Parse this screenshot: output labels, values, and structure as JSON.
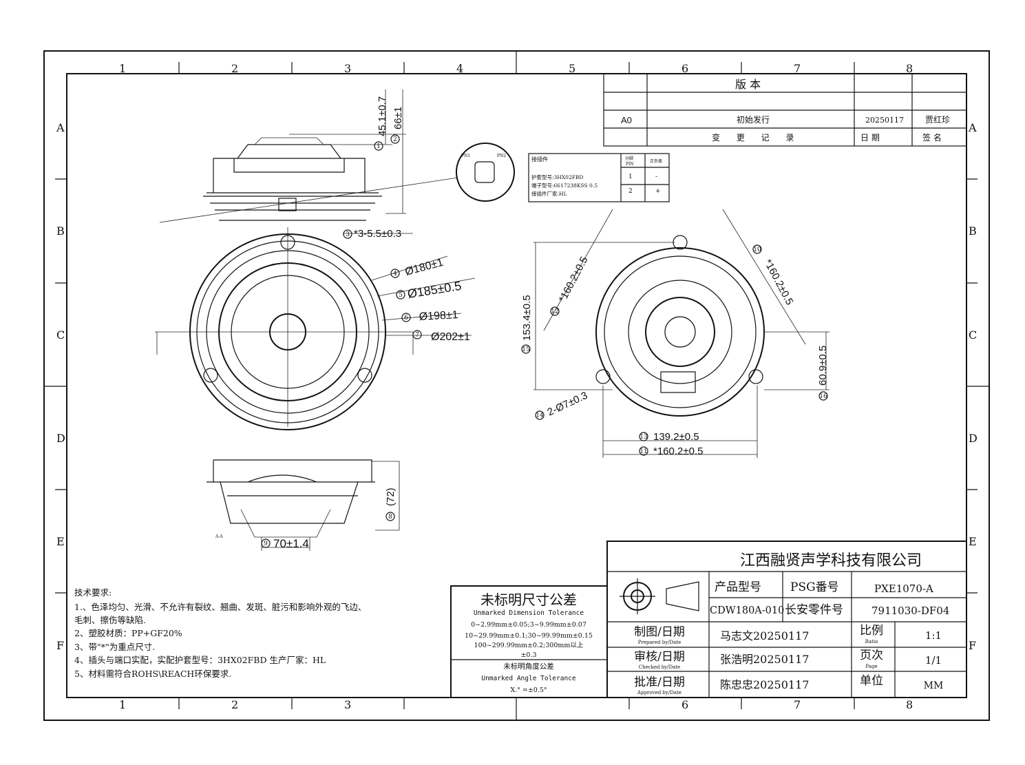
{
  "grid": {
    "cols": [
      "1",
      "2",
      "3",
      "4",
      "5",
      "6",
      "7",
      "8"
    ],
    "rows": [
      "A",
      "B",
      "C",
      "D",
      "E",
      "F"
    ]
  },
  "revision": {
    "header": "版 本",
    "rev": "A0",
    "desc": "初始发行",
    "date": "20250117",
    "signer": "贾红珍",
    "footer_record": "变 更 记 录",
    "footer_date": "日 期",
    "footer_sign": "签 名"
  },
  "connector": {
    "title": "接插件",
    "housing": "护套型号:3HX02FBD",
    "terminal": "端子型号:6617238KSS 0.5",
    "maker": "接插件厂家:HL",
    "pin_header": "分脚",
    "pin_header_en": "PIN",
    "polarity_header": "正负极",
    "pins": [
      {
        "pin": "1",
        "pol": "-"
      },
      {
        "pin": "2",
        "pol": "+"
      }
    ],
    "pn1": "PN1",
    "pn2": "PN2"
  },
  "dims": {
    "d1": "45.1±0.7",
    "d2": "66±1",
    "d3": "*3-5.5±0.3",
    "d4": "Ø180±1",
    "d5": "Ø185±0.5",
    "d6": "Ø198±1",
    "d7": "Ø202±1",
    "d8": "(72)",
    "d9": "70±1.4",
    "d10": "*160.2±0.5",
    "d11": "*160.2±0.5",
    "d12": "*160.2±0.5",
    "d13": "139.2±0.5",
    "d14": "2-Ø7±0.3",
    "d15": "153.4±0.5",
    "d16": "60.9±0.5",
    "section": "A-A"
  },
  "balloons": [
    "1",
    "2",
    "3",
    "4",
    "5",
    "6",
    "7",
    "8",
    "9",
    "10",
    "11",
    "12",
    "13",
    "14",
    "15",
    "16"
  ],
  "requirements": {
    "title": "技术要求:",
    "items": [
      "1.、色泽均匀、光滑、不允许有裂纹、翘曲、发斑、脏污和影响外观的飞边、",
      "毛刺、擦伤等缺陷.",
      "2、塑胶材质：PP+GF20%",
      "3、带\"*\"为重点尺寸.",
      "4、插头与端口实配，实配护套型号：3HX02FBD  生产厂家：HL",
      "5、材料需符合ROHS\\REACH环保要求."
    ]
  },
  "tolerance": {
    "title": "未标明尺寸公差",
    "title_en": "Unmarked Dimension Tolerance",
    "l1": "0~2.99mm±0.05;3~9.99mm±0.07",
    "l2": "10~29.99mm±0.1;30~99.99mm±0.15",
    "l3": "100~299.99mm±0.2;300mm以上",
    "l4": "±0.3",
    "angle_title": "未标明角度公差",
    "angle_en": "Unmarked Angle Tolerance",
    "angle_val": "X.° =±0.5°"
  },
  "title_block": {
    "company": "江西融贤声学科技有限公司",
    "product_label": "产品型号",
    "psg_label": "PSG番号",
    "psg_value": "PXE1070-A",
    "product_value": "CDW180A-010",
    "changan_label": "长安零件号",
    "changan_value": "7911030-DF04",
    "prepared_label": "制图/日期",
    "prepared_en": "Prepared by/Date",
    "prepared_value": "马志文20250117",
    "checked_label": "审核/日期",
    "checked_en": "Checked by/Date",
    "checked_value": "张浩明20250117",
    "approved_label": "批准/日期",
    "approved_en": "Approved by/Date",
    "approved_value": "陈忠忠20250117",
    "scale_label": "比例",
    "scale_en": "Ratio",
    "scale_value": "1:1",
    "page_label": "页次",
    "page_en": "Page",
    "page_value": "1/1",
    "unit_label": "单位",
    "unit_value": "MM"
  }
}
